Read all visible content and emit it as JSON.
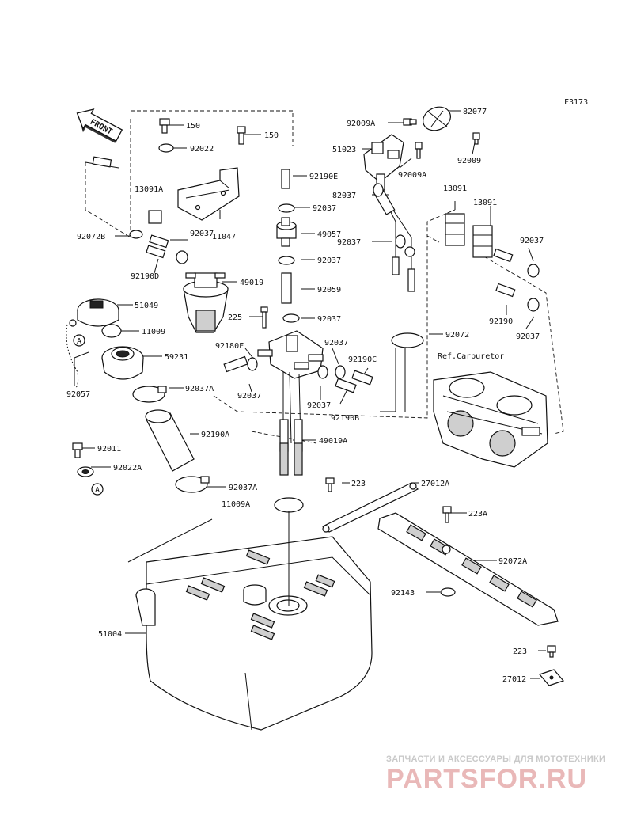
{
  "diagram_code": "F3173",
  "front_label": "FRONT",
  "ref_label": "Ref.Carburetor",
  "callout": "A",
  "watermark": {
    "tagline": "ЗАПЧАСТИ И АКСЕССУАРЫ ДЛЯ МОТОТЕХНИКИ",
    "brand": "PARTSFOR.RU"
  },
  "parts": {
    "p150a": "150",
    "p150b": "150",
    "p92022": "92022",
    "p13091a": "13091A",
    "p92072b": "92072B",
    "p92037a1": "92037",
    "p92190d": "92190D",
    "p11047": "11047",
    "p49019": "49019",
    "p51049": "51049",
    "p11009": "11009",
    "p59231": "59231",
    "p92057": "92057",
    "p92037Aa": "92037A",
    "p92190a": "92190A",
    "p92011": "92011",
    "p92022a": "92022A",
    "p92037Ab": "92037A",
    "p11009a": "11009A",
    "p51004": "51004",
    "p92190e": "92190E",
    "p92037b": "92037",
    "p49057": "49057",
    "p92037c": "92037",
    "p92059": "92059",
    "p225": "225",
    "p92037d": "92037",
    "p92180f": "92180F",
    "p92037e": "92037",
    "p92037f": "92037",
    "p92037g": "92037",
    "p92190c": "92190C",
    "p92190b": "92190B",
    "p49019a": "49019A",
    "p92009a": "92009A",
    "p82077": "82077",
    "p51023": "51023",
    "p92009aa": "92009A",
    "p92009": "92009",
    "p82037": "82037",
    "p92037h": "92037",
    "p92072": "92072",
    "p13091b": "13091",
    "p13091c": "13091",
    "p92037i": "92037",
    "p92190": "92190",
    "p92037j": "92037",
    "p223a": "223",
    "p27012a": "27012A",
    "p223aa": "223A",
    "p92072a": "92072A",
    "p92143": "92143",
    "p223b": "223",
    "p27012": "27012"
  }
}
